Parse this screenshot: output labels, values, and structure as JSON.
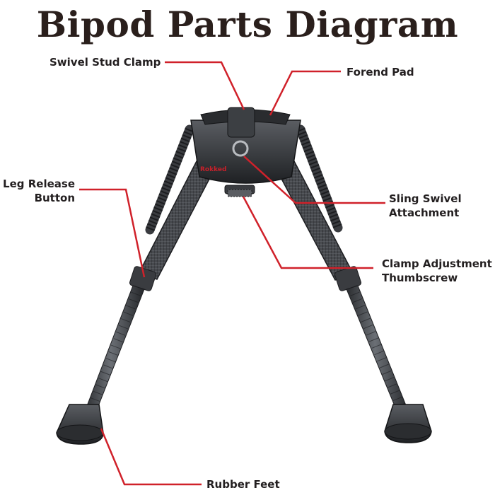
{
  "title": "Bipod Parts Diagram",
  "brand": "Rokked",
  "labels": {
    "swivel_stud_clamp": "Swivel Stud Clamp",
    "forend_pad": "Forend Pad",
    "leg_release_button": [
      "Leg Release",
      "Button"
    ],
    "sling_swivel_attachment": [
      "Sling Swivel",
      "Attachment"
    ],
    "clamp_adjustment_thumbscrew": [
      "Clamp Adjustment",
      "Thumbscrew"
    ],
    "rubber_feet": "Rubber Feet"
  },
  "colors": {
    "title": "#2a1f1c",
    "text": "#231f20",
    "leader": "#d0212a",
    "metal_dark": "#2b2d30",
    "metal_mid": "#4a4d52",
    "metal_light": "#7d8187",
    "brand_red": "#c8202a"
  }
}
